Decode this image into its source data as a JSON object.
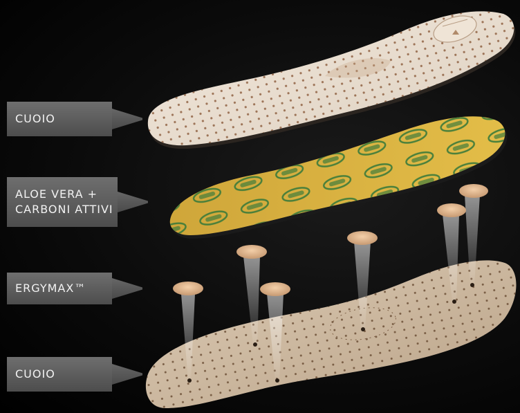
{
  "callouts": {
    "cuoio_top": "CUOIO",
    "aloe": "ALOE VERA +\nCARBONI ATTIVI",
    "ergymax": "ERGYMAX™",
    "cuoio_bottom": "CUOIO"
  },
  "colors": {
    "leather": "#e9dccd",
    "cork": "#c9b49b",
    "aloe_yellow": "#d9b440",
    "print_green": "#3a7a3a",
    "callout_grey": "#5e5e5e",
    "background": "#000000"
  },
  "icons": {
    "brand_seal": "brand-seal-icon"
  }
}
